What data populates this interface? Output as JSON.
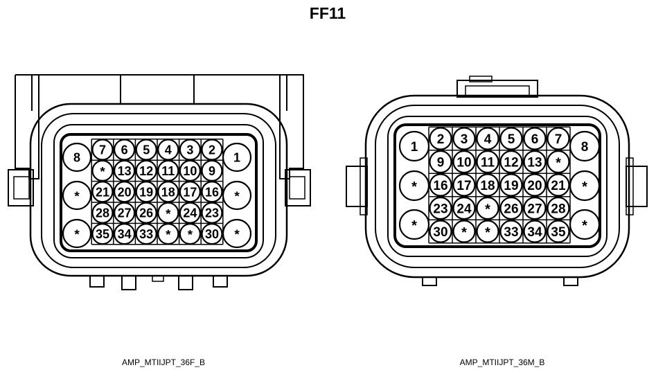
{
  "title": "FF11",
  "connectors": [
    {
      "caption": "AMP_MTIIJPT_36F_B",
      "side_pins": {
        "left": [
          "8",
          "*",
          "*"
        ],
        "right": [
          "1",
          "*",
          "*"
        ]
      },
      "grid_rows": [
        [
          "7",
          "6",
          "5",
          "4",
          "3",
          "2"
        ],
        [
          "*",
          "13",
          "12",
          "11",
          "10",
          "9"
        ],
        [
          "21",
          "20",
          "19",
          "18",
          "17",
          "16"
        ],
        [
          "28",
          "27",
          "26",
          "*",
          "24",
          "23"
        ],
        [
          "35",
          "34",
          "33",
          "*",
          "*",
          "30"
        ]
      ]
    },
    {
      "caption": "AMP_MTIIJPT_36M_B",
      "side_pins": {
        "left": [
          "1",
          "*",
          "*"
        ],
        "right": [
          "8",
          "*",
          "*"
        ]
      },
      "grid_rows": [
        [
          "2",
          "3",
          "4",
          "5",
          "6",
          "7"
        ],
        [
          "9",
          "10",
          "11",
          "12",
          "13",
          "*"
        ],
        [
          "16",
          "17",
          "18",
          "19",
          "20",
          "21"
        ],
        [
          "23",
          "24",
          "*",
          "26",
          "27",
          "28"
        ],
        [
          "30",
          "*",
          "*",
          "33",
          "34",
          "35"
        ]
      ]
    }
  ],
  "colors": {
    "ink": "#000000",
    "paper": "#ffffff"
  }
}
